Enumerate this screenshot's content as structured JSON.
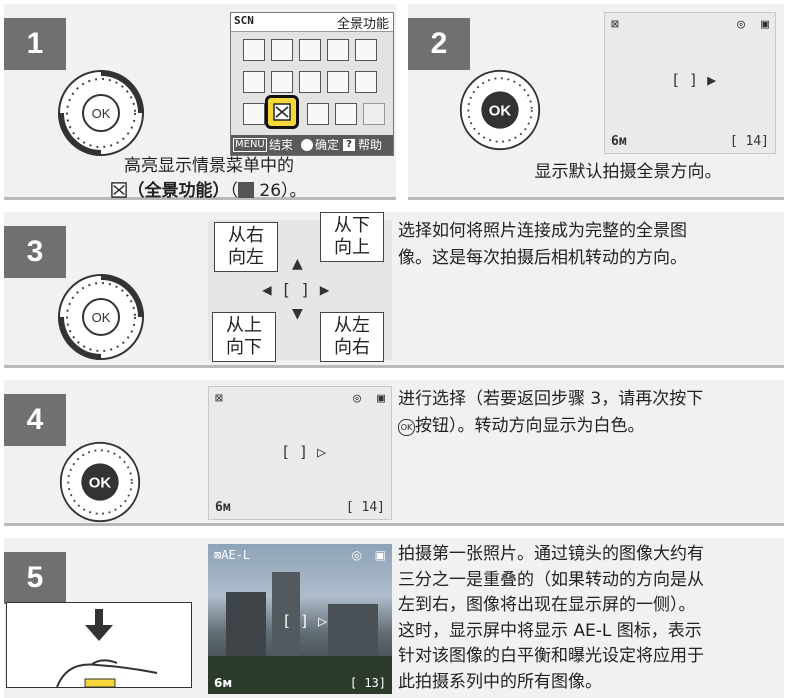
{
  "steps": [
    {
      "number": "1",
      "menu": {
        "scene_label": "SCN",
        "title": "全景功能",
        "footer_menu_key": "MENU",
        "footer_exit": "结束",
        "footer_ok": "确定",
        "footer_help": "帮助"
      },
      "caption_line1": "高亮显示情景菜单中的",
      "caption_line2_bold": "（全景功能）",
      "caption_page": "26",
      "caption_end": "）。"
    },
    {
      "number": "2",
      "screen": {
        "count": "14]"
      },
      "caption": "显示默认拍摄全景方向。"
    },
    {
      "number": "3",
      "labels": {
        "right_to_left": [
          "从右",
          "向左"
        ],
        "bottom_to_top": [
          "从下",
          "向上"
        ],
        "top_to_bottom": [
          "从上",
          "向下"
        ],
        "left_to_right": [
          "从左",
          "向右"
        ]
      },
      "text": [
        "选择如何将照片连接成为完整的全景图",
        "像。这是每次拍摄后相机转动的方向。"
      ]
    },
    {
      "number": "4",
      "screen": {
        "count": "14]"
      },
      "text": [
        "进行选择（若要返回步骤 3，请再次按下",
        "按钮）。转动方向显示为白色。"
      ]
    },
    {
      "number": "5",
      "screen": {
        "ael": "AE-L",
        "count": "13]"
      },
      "text": [
        "拍摄第一张照片。通过镜头的图像大约有",
        "三分之一是重叠的（如果转动的方向是从",
        "左到右，图像将出现在显示屏的一侧）。",
        "这时，显示屏中将显示 AE-L 图标，表示",
        "针对该图像的白平衡和曝光设定将应用于",
        "此拍摄系列中的所有图像。"
      ]
    }
  ],
  "colors": {
    "panel": "#f1f1f1",
    "badge": "#707070",
    "accent_yellow": "#f5d73a"
  }
}
